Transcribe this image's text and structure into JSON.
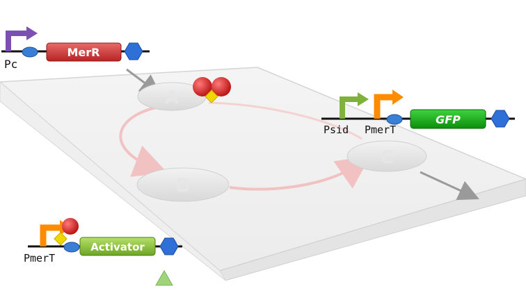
{
  "genes": {
    "merr": "MerR",
    "gfp": "GFP",
    "activator": "Activator"
  },
  "promoters": {
    "pc": "Pc",
    "psid": "Psid",
    "pmert_top": "PmerT",
    "pmert_bottom": "PmerT"
  },
  "nodes": {
    "a": "A",
    "b": "B",
    "c": "C"
  },
  "colors": {
    "merr": "#d13b3b",
    "gfp": "#18b418",
    "activator": "#8fc63a",
    "terminator": "#2f6fd8",
    "rbs": "#3a7fd6",
    "pc_arrow": "#7c4fb3",
    "psid_arrow": "#7fb23a",
    "pmert_arrow": "#ff8c00",
    "metal_ball": "#d62828",
    "ligand": "#f2d600",
    "inducer_triangle": "#9fd47a",
    "cycle_arrow": "#f3b3b3"
  }
}
